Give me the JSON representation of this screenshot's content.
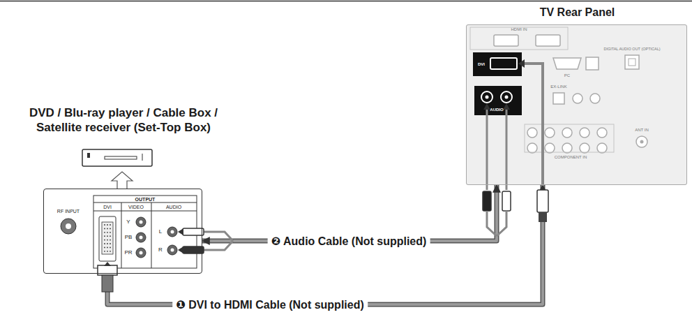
{
  "diagram": {
    "nodes": [
      {
        "text": [
          "DVD / Blu-ray player / Cable Box / Satellite receiver (Set-Top Box)"
        ]
      },
      {
        "text": [
          "TV Rear Panel"
        ]
      }
    ],
    "edges": [
      {
        "from": 0,
        "to": 1,
        "arrow": "both",
        "label": "❷ Audio Cable (Not supplied)"
      },
      {
        "from": 0,
        "to": 1,
        "arrow": "both",
        "label": "❶ DVI to HDMI Cable (Not supplied)"
      }
    ],
    "labels": [
      "RF INPUT",
      "OUTPUT",
      "DVI",
      "VIDEO",
      "AUDIO",
      "Y",
      "PB",
      "PR",
      "L",
      "R",
      "HDMI IN",
      "DVI",
      "PC",
      "DIGITAL AUDIO OUT (OPTICAL)",
      "EX-LINK",
      "AUDIO",
      "COMPONENT IN",
      "ANT IN"
    ]
  }
}
